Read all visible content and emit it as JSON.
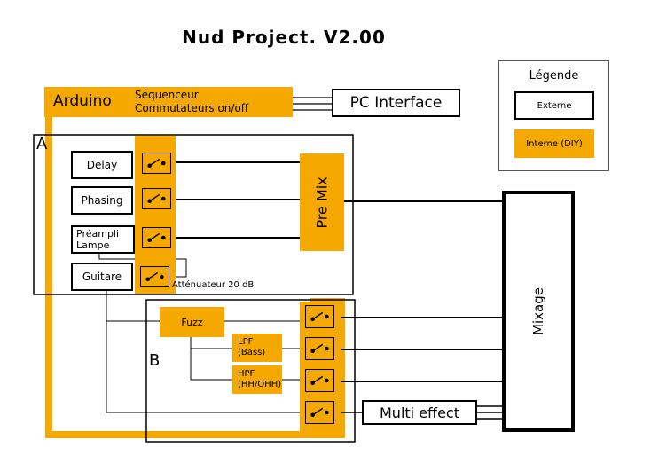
{
  "title": "Nud Project. V2.00",
  "legend": {
    "title": "Légende",
    "external": "Externe",
    "internal": "Interne (DIY)"
  },
  "arduino": {
    "name": "Arduino",
    "line1": "Séquenceur",
    "line2": "Commutateurs on/off"
  },
  "pc_interface": "PC Interface",
  "section_a": {
    "letter": "A",
    "effects": [
      "Delay",
      "Phasing",
      "Préampli",
      "Lampe",
      "Guitare"
    ],
    "attenuator": "Atténuateur 20 dB"
  },
  "pre_mix": "Pre Mix",
  "mixage": "Mixage",
  "section_b": {
    "letter": "B",
    "fuzz": "Fuzz",
    "lpf_line1": "LPF",
    "lpf_line2": "(Bass)",
    "hpf_line1": "HPF",
    "hpf_line2": "(HH/OHH)"
  },
  "multi_effect": "Multi effect",
  "colors": {
    "internal": "#f5a800",
    "external": "#ffffff",
    "line": "#000000"
  }
}
